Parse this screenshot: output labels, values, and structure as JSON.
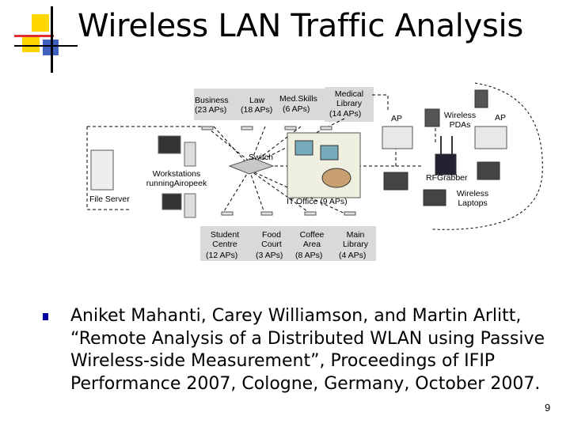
{
  "slide": {
    "title": "Wireless LAN Traffic Analysis",
    "page_number": "9"
  },
  "diagram": {
    "buildings_top": [
      {
        "name": "Business",
        "aps": "(23 APs)"
      },
      {
        "name": "Law",
        "aps": "(18 APs)"
      },
      {
        "name": "Med.Skills",
        "aps": "(6 APs)"
      },
      {
        "name": "Medical\nLibrary",
        "aps": "(14 APs)"
      }
    ],
    "buildings_bottom": [
      {
        "name": "Student\nCentre",
        "aps": "(12 APs)"
      },
      {
        "name": "Food\nCourt",
        "aps": "(3 APs)"
      },
      {
        "name": "Coffee\nArea",
        "aps": "(8 APs)"
      },
      {
        "name": "Main\nLibrary",
        "aps": "(4 APs)"
      }
    ],
    "switch_label": "Switch",
    "workstations_label": "Workstations\nrunningAiropeek",
    "file_server_label": "File Server",
    "it_office_label": "IT Office (9 APs)",
    "ap_label_left": "AP",
    "ap_label_right": "AP",
    "wireless_pdas_label": "Wireless\nPDAs",
    "rfgrabber_label": "RFGrabber",
    "wireless_laptops_label": "Wireless\nLaptops"
  },
  "citation": {
    "text": "Aniket Mahanti, Carey Williamson, and Martin Arlitt, “Remote Analysis of a Distributed WLAN using Passive Wireless-side Measurement”, Proceedings of IFIP Performance 2007, Cologne, Germany, October 2007."
  },
  "colors": {
    "accent_yellow": "#ffd700",
    "accent_red": "#e03030",
    "accent_blue": "#4060c0",
    "bullet_blue": "#0000a0"
  }
}
